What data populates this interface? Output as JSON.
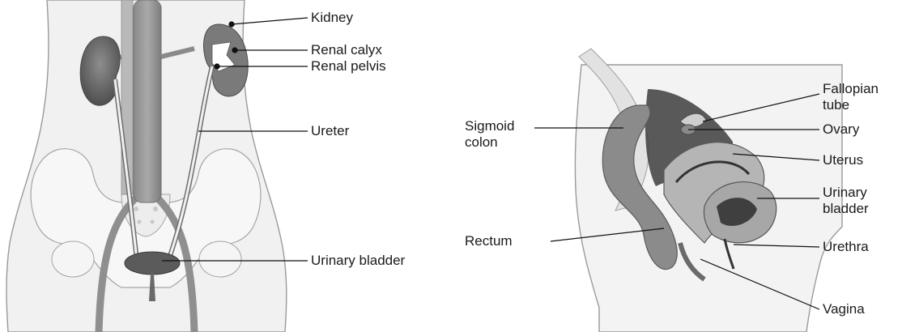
{
  "left_panel": {
    "labels": {
      "kidney": "Kidney",
      "renal_calyx": "Renal calyx",
      "renal_pelvis": "Renal pelvis",
      "ureter": "Ureter",
      "urinary_bladder": "Urinary bladder"
    }
  },
  "right_panel": {
    "labels": {
      "fallopian_tube": "Fallopian\ntube",
      "ovary": "Ovary",
      "uterus": "Uterus",
      "urinary_bladder": "Urinary\nbladder",
      "urethra": "Urethra",
      "vagina": "Vagina",
      "sigmoid_colon": "Sigmoid\ncolon",
      "rectum": "Rectum"
    }
  },
  "colors": {
    "body_outline": "#9a9a9a",
    "bone": "#f4f4f4",
    "organ_dark": "#6b6b6b",
    "organ_mid": "#9b9b9b",
    "vessel": "#8a8a8a",
    "leader_line": "#111111",
    "text": "#1a1a1a"
  }
}
